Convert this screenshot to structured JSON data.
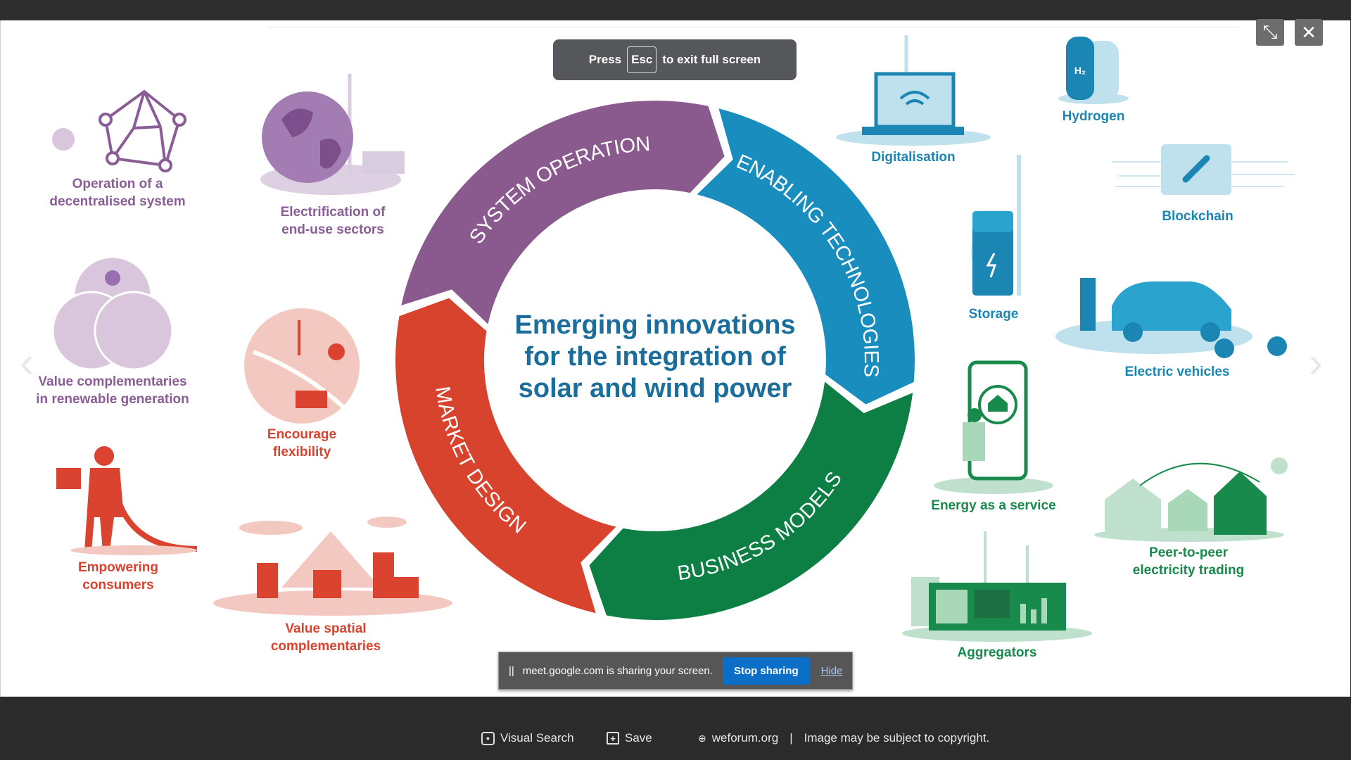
{
  "toast": {
    "press": "Press",
    "key": "Esc",
    "rest": "to exit full screen"
  },
  "window_controls": {
    "exit_fullscreen_icon": "compress-icon",
    "close_icon": "close-icon"
  },
  "infographic": {
    "title_lines": [
      "Emerging innovations",
      "for the integration of",
      "solar and wind power"
    ],
    "segments": [
      {
        "label": "SYSTEM OPERATION",
        "color": "#8a5a8f"
      },
      {
        "label": "ENABLING TECHNOLOGIES",
        "color": "#1a8dbf"
      },
      {
        "label": "BUSINESS MODELS",
        "color": "#0d7f45"
      },
      {
        "label": "MARKET DESIGN",
        "color": "#d7432d"
      }
    ],
    "items": {
      "decentralised": [
        "Operation of a",
        "decentralised system"
      ],
      "electrification": [
        "Electrification of",
        "end-use sectors"
      ],
      "complementaries": [
        "Value complementaries",
        "in renewable generation"
      ],
      "flexibility": [
        "Encourage",
        "flexibility"
      ],
      "consumers": [
        "Empowering",
        "consumers"
      ],
      "spatial": [
        "Value spatial",
        "complementaries"
      ],
      "digitalisation": [
        "Digitalisation"
      ],
      "hydrogen": [
        "Hydrogen"
      ],
      "blockchain": [
        "Blockchain"
      ],
      "storage": [
        "Storage"
      ],
      "ev": [
        "Electric vehicles"
      ],
      "eaas": [
        "Energy as a service"
      ],
      "p2p": [
        "Peer-to-peer",
        "electricity trading"
      ],
      "aggregators": [
        "Aggregators"
      ]
    },
    "hydrogen_symbol": "H₂"
  },
  "share_bar": {
    "grip": "||",
    "message": "meet.google.com is sharing your screen.",
    "stop": "Stop sharing",
    "hide": "Hide"
  },
  "bottom_bar": {
    "visual_search": "Visual Search",
    "save": "Save",
    "source": "weforum.org",
    "separator": "|",
    "copyright": "Image may be subject to copyright."
  }
}
